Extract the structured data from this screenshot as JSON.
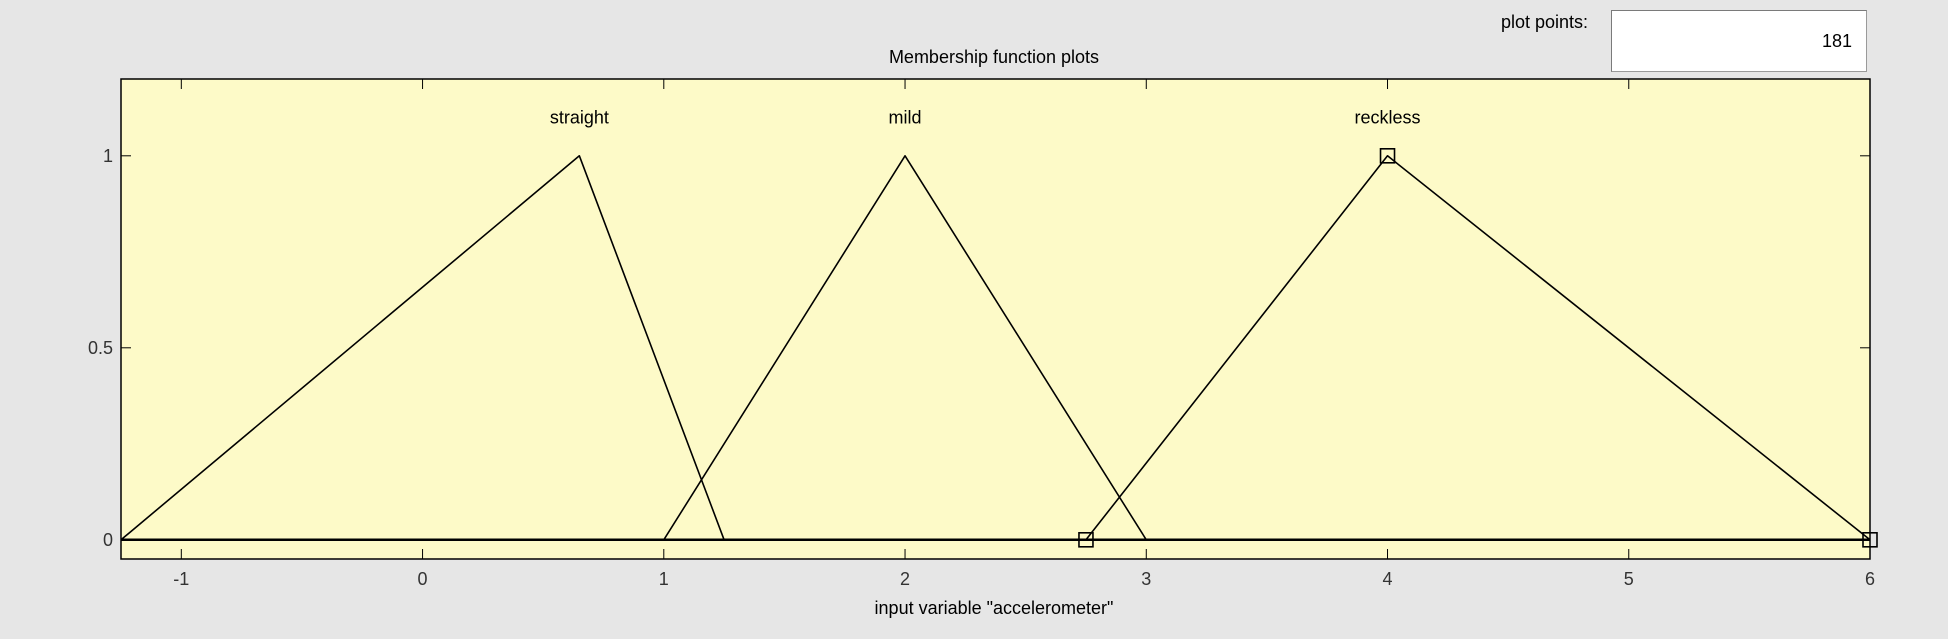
{
  "plot_points": {
    "label": "plot points:",
    "value": "181"
  },
  "colors": {
    "plot_bg": "#fdfac8",
    "window_bg": "#e6e6e6",
    "line": "#000000"
  },
  "chart_data": {
    "type": "line",
    "title": "Membership function plots",
    "xlabel": "input variable \"accelerometer\"",
    "ylabel": "",
    "xlim": [
      -1.25,
      6
    ],
    "ylim": [
      -0.05,
      1.2
    ],
    "xticks": [
      -1,
      0,
      1,
      2,
      3,
      4,
      5,
      6
    ],
    "yticks": [
      0,
      0.5,
      1
    ],
    "grid": false,
    "series": [
      {
        "name": "straight",
        "x": [
          -1.25,
          0.65,
          1.25
        ],
        "y": [
          0,
          1,
          0
        ],
        "label_x": 0.65,
        "label_y": 1.1,
        "markers": false
      },
      {
        "name": "mild",
        "x": [
          1,
          2,
          3
        ],
        "y": [
          0,
          1,
          0
        ],
        "label_x": 2,
        "label_y": 1.1,
        "markers": false
      },
      {
        "name": "reckless",
        "x": [
          2.75,
          4,
          6
        ],
        "y": [
          0,
          1,
          0
        ],
        "label_x": 4,
        "label_y": 1.1,
        "markers": true
      }
    ]
  }
}
